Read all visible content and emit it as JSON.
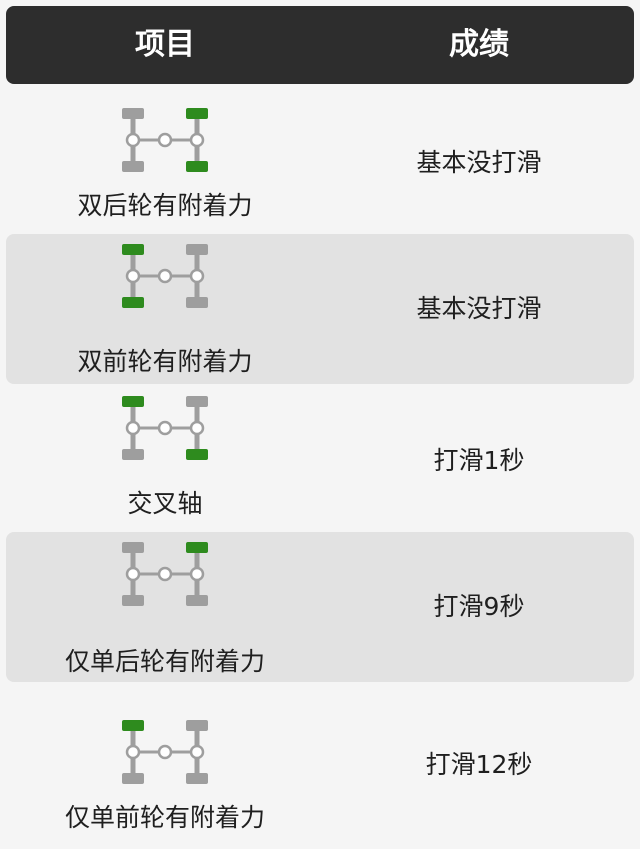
{
  "header": {
    "item": "项目",
    "result": "成绩"
  },
  "colors": {
    "header_bg": "#2d2d2d",
    "traction_wheel": "#2e8b1e",
    "idle_wheel": "#9e9e9e",
    "row_shade": "#e2e2e2"
  },
  "rows": [
    {
      "label": "双后轮有附着力",
      "result": "基本没打滑",
      "wheels": [
        "idle-icon",
        "traction-icon",
        "idle-icon",
        "traction-icon"
      ]
    },
    {
      "label": "双前轮有附着力",
      "result": "基本没打滑",
      "wheels": [
        "traction-icon",
        "idle-icon",
        "traction-icon",
        "idle-icon"
      ]
    },
    {
      "label": "交叉轴",
      "result": "打滑1秒",
      "wheels": [
        "traction-icon",
        "idle-icon",
        "idle-icon",
        "traction-icon"
      ]
    },
    {
      "label": "仅单后轮有附着力",
      "result": "打滑9秒",
      "wheels": [
        "idle-icon",
        "traction-icon",
        "idle-icon",
        "idle-icon"
      ]
    },
    {
      "label": "仅单前轮有附着力",
      "result": "打滑12秒",
      "wheels": [
        "traction-icon",
        "idle-icon",
        "idle-icon",
        "idle-icon"
      ]
    }
  ]
}
